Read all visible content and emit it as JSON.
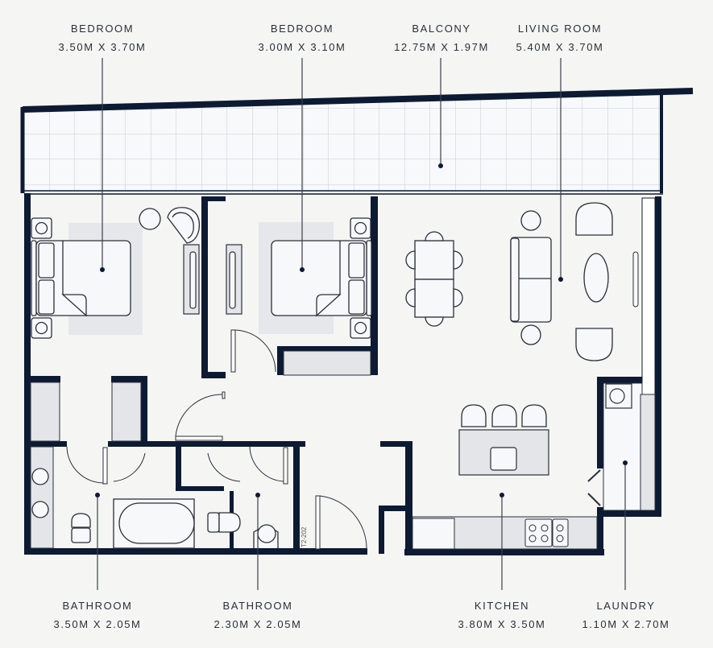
{
  "floorplan": {
    "unit_code": "T2-202",
    "colors": {
      "background": "#f5f5f3",
      "wall": "#0d1a33",
      "furniture_fill": "#f7f8fa",
      "counter_fill": "#e4e5e9",
      "rug_fill": "#e6e7ea",
      "text": "#2a2f3a"
    },
    "rooms": [
      {
        "id": "bedroom-1",
        "name": "BEDROOM",
        "dimensions": "3.50M X 3.70M"
      },
      {
        "id": "bedroom-2",
        "name": "BEDROOM",
        "dimensions": "3.00M X 3.10M"
      },
      {
        "id": "balcony",
        "name": "BALCONY",
        "dimensions": "12.75M X 1.97M"
      },
      {
        "id": "living-room",
        "name": "LIVING ROOM",
        "dimensions": "5.40M X 3.70M"
      },
      {
        "id": "bathroom-1",
        "name": "BATHROOM",
        "dimensions": "3.50M X 2.05M"
      },
      {
        "id": "bathroom-2",
        "name": "BATHROOM",
        "dimensions": "2.30M X 2.05M"
      },
      {
        "id": "kitchen",
        "name": "KITCHEN",
        "dimensions": "3.80M X 3.50M"
      },
      {
        "id": "laundry",
        "name": "LAUNDRY",
        "dimensions": "1.10M X 2.70M"
      }
    ],
    "icons": [
      "bed-icon",
      "nightstand-icon",
      "armchair-icon",
      "side-table-icon",
      "tv-unit-icon",
      "dining-table-icon",
      "dining-chair-icon",
      "sofa-icon",
      "coffee-table-icon",
      "bar-stool-icon",
      "kitchen-island-icon",
      "sink-icon",
      "cooktop-icon",
      "washing-machine-icon",
      "toilet-icon",
      "bathtub-icon",
      "basin-icon",
      "door-swing-icon"
    ]
  }
}
